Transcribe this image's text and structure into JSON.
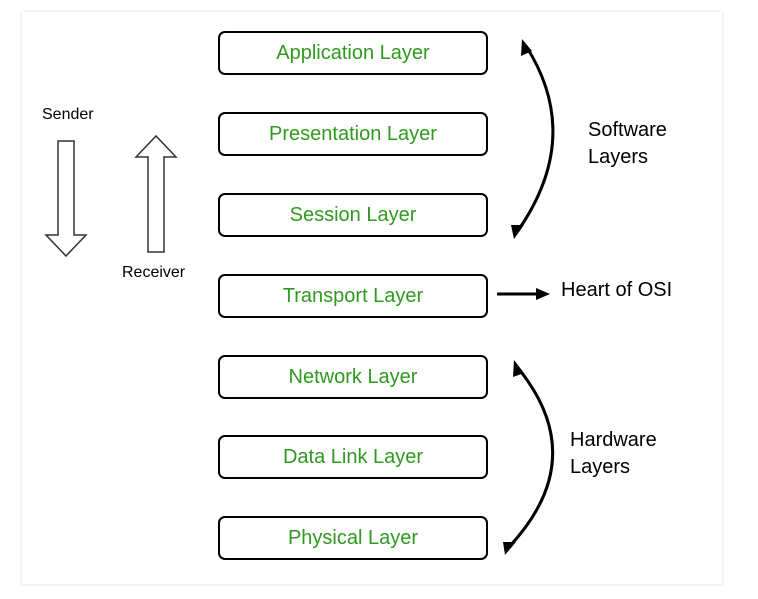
{
  "layers": [
    {
      "label": "Application Layer"
    },
    {
      "label": "Presentation Layer"
    },
    {
      "label": "Session Layer"
    },
    {
      "label": "Transport Layer"
    },
    {
      "label": "Network Layer"
    },
    {
      "label": "Data Link Layer"
    },
    {
      "label": "Physical Layer"
    }
  ],
  "direction": {
    "sender": "Sender",
    "receiver": "Receiver"
  },
  "groups": {
    "software": [
      "Software",
      "Layers"
    ],
    "transport_note": "Heart of OSI",
    "hardware": [
      "Hardware",
      "Layers"
    ]
  },
  "colors": {
    "layer_text": "#2f9a1f",
    "border": "#000000"
  }
}
